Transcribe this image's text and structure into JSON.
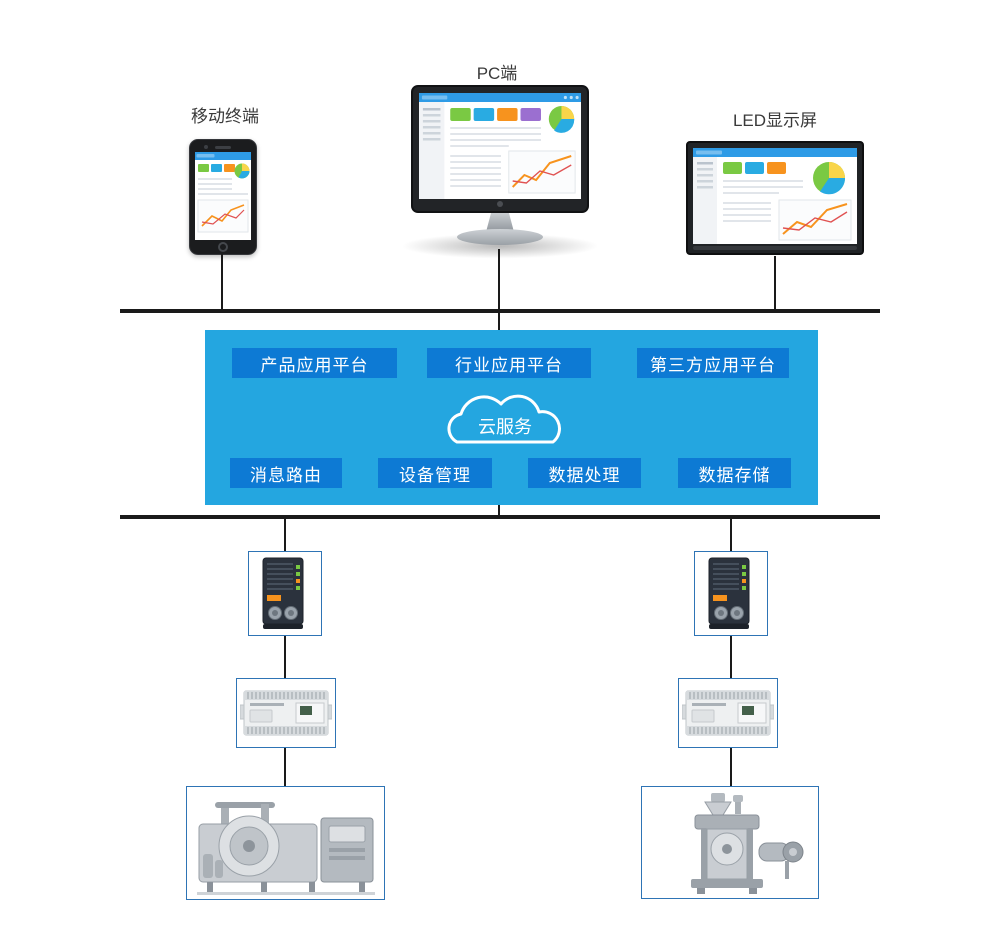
{
  "diagram": {
    "top_devices": {
      "mobile": {
        "label": "移动终端",
        "icon": "smartphone-dashboard-icon"
      },
      "pc": {
        "label": "PC端",
        "icon": "desktop-monitor-dashboard-icon"
      },
      "led": {
        "label": "LED显示屏",
        "icon": "led-screen-dashboard-icon"
      }
    },
    "platform": {
      "colors": {
        "panel": "#24a6e0",
        "button": "#0d7ad4",
        "line": "#1a1a1a",
        "box-border": "#2e74b5"
      },
      "cloud": {
        "label": "云服务",
        "icon": "cloud-shape-icon"
      },
      "top_buttons": [
        {
          "label": "产品应用平台"
        },
        {
          "label": "行业应用平台"
        },
        {
          "label": "第三方应用平台"
        }
      ],
      "bottom_buttons": [
        {
          "label": "消息路由"
        },
        {
          "label": "设备管理"
        },
        {
          "label": "数据处理"
        },
        {
          "label": "数据存储"
        }
      ]
    },
    "field_devices": {
      "left_chain": [
        {
          "icon": "iot-gateway-icon"
        },
        {
          "icon": "plc-controller-icon"
        },
        {
          "icon": "industrial-washer-machine-icon"
        }
      ],
      "right_chain": [
        {
          "icon": "iot-gateway-icon"
        },
        {
          "icon": "plc-controller-icon"
        },
        {
          "icon": "tablet-press-machine-icon"
        }
      ]
    }
  }
}
